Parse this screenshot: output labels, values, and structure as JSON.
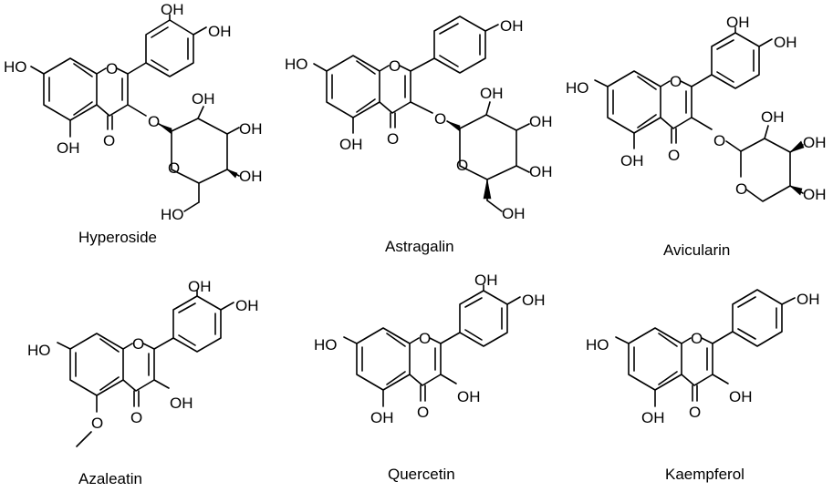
{
  "compounds": [
    {
      "name": "Hyperoside",
      "labels": {
        "oh_3p": "OH",
        "oh_4p": "OH",
        "oh_7": "HO",
        "o_ring": "O",
        "oh_5": "OH",
        "o_keto": "O",
        "o_link": "O",
        "o_sugar": "O",
        "oh_s1": "OH",
        "oh_s2": "OH",
        "oh_s3": "OH",
        "ch2oh": "HO"
      }
    },
    {
      "name": "Astragalin",
      "labels": {
        "oh_4p": "OH",
        "oh_7": "HO",
        "o_ring": "O",
        "oh_5": "OH",
        "o_keto": "O",
        "o_link": "O",
        "o_sugar": "O",
        "oh_s1": "OH",
        "oh_s2": "OH",
        "oh_s3": "OH",
        "ch2oh": "OH"
      }
    },
    {
      "name": "Avicularin",
      "labels": {
        "oh_3p": "OH",
        "oh_4p": "OH",
        "oh_7": "HO",
        "o_ring": "O",
        "oh_5": "OH",
        "o_keto": "O",
        "o_link": "O",
        "o_sugar": "O",
        "oh_s1": "OH",
        "oh_s2": "OH",
        "oh_s3": "OH"
      }
    },
    {
      "name": "Azaleatin",
      "labels": {
        "oh_3p": "OH",
        "oh_4p": "OH",
        "oh_7": "HO",
        "o_ring": "O",
        "o_meo": "O",
        "o_keto": "O",
        "oh_3": "OH"
      }
    },
    {
      "name": "Quercetin",
      "labels": {
        "oh_3p": "OH",
        "oh_4p": "OH",
        "oh_7": "HO",
        "o_ring": "O",
        "oh_5": "OH",
        "o_keto": "O",
        "oh_3": "OH"
      }
    },
    {
      "name": "Kaempferol",
      "labels": {
        "oh_4p": "OH",
        "oh_7": "HO",
        "o_ring": "O",
        "oh_5": "OH",
        "o_keto": "O",
        "oh_3": "OH"
      }
    }
  ]
}
